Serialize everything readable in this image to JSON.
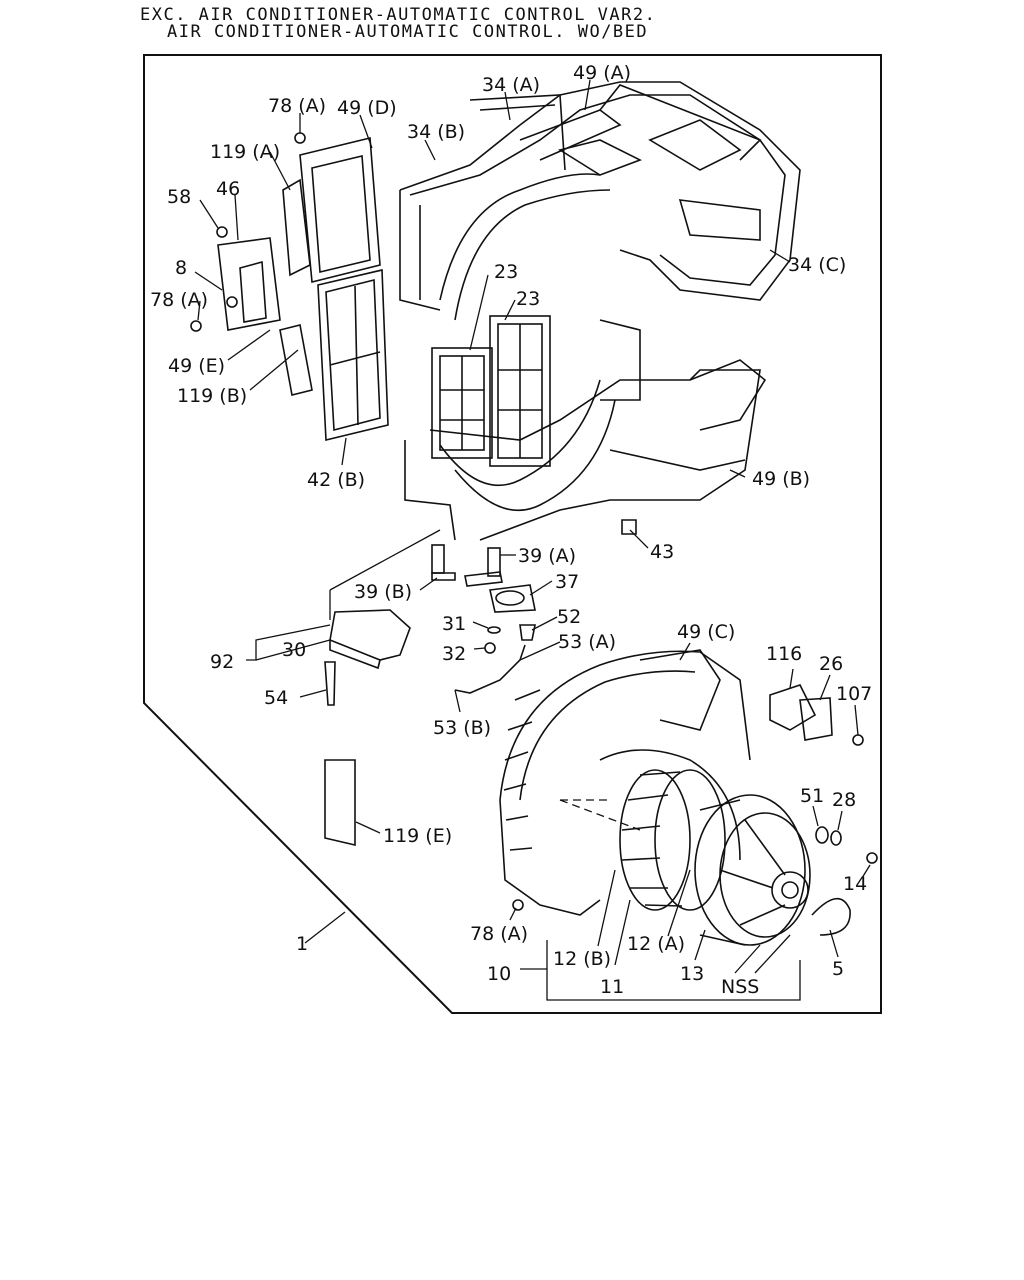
{
  "header": {
    "line1": "EXC. AIR CONDITIONER-AUTOMATIC CONTROL VAR2.",
    "line2": "AIR CONDITIONER-AUTOMATIC CONTROL. WO/BED"
  },
  "callouts": [
    "78 (A)",
    "49 (D)",
    "34 (A)",
    "49 (A)",
    "34 (B)",
    "119 (A)",
    "46",
    "58",
    "8",
    "78 (A)",
    "49 (E)",
    "119 (B)",
    "23",
    "23",
    "34 (C)",
    "42 (B)",
    "49 (B)",
    "43",
    "39 (A)",
    "39 (B)",
    "37",
    "52",
    "31",
    "53 (A)",
    "32",
    "92",
    "30",
    "54",
    "53 (B)",
    "49 (C)",
    "116",
    "26",
    "107",
    "51",
    "28",
    "119 (E)",
    "14",
    "78 (A)",
    "12 (A)",
    "12 (B)",
    "5",
    "1",
    "10",
    "11",
    "13",
    "NSS"
  ]
}
